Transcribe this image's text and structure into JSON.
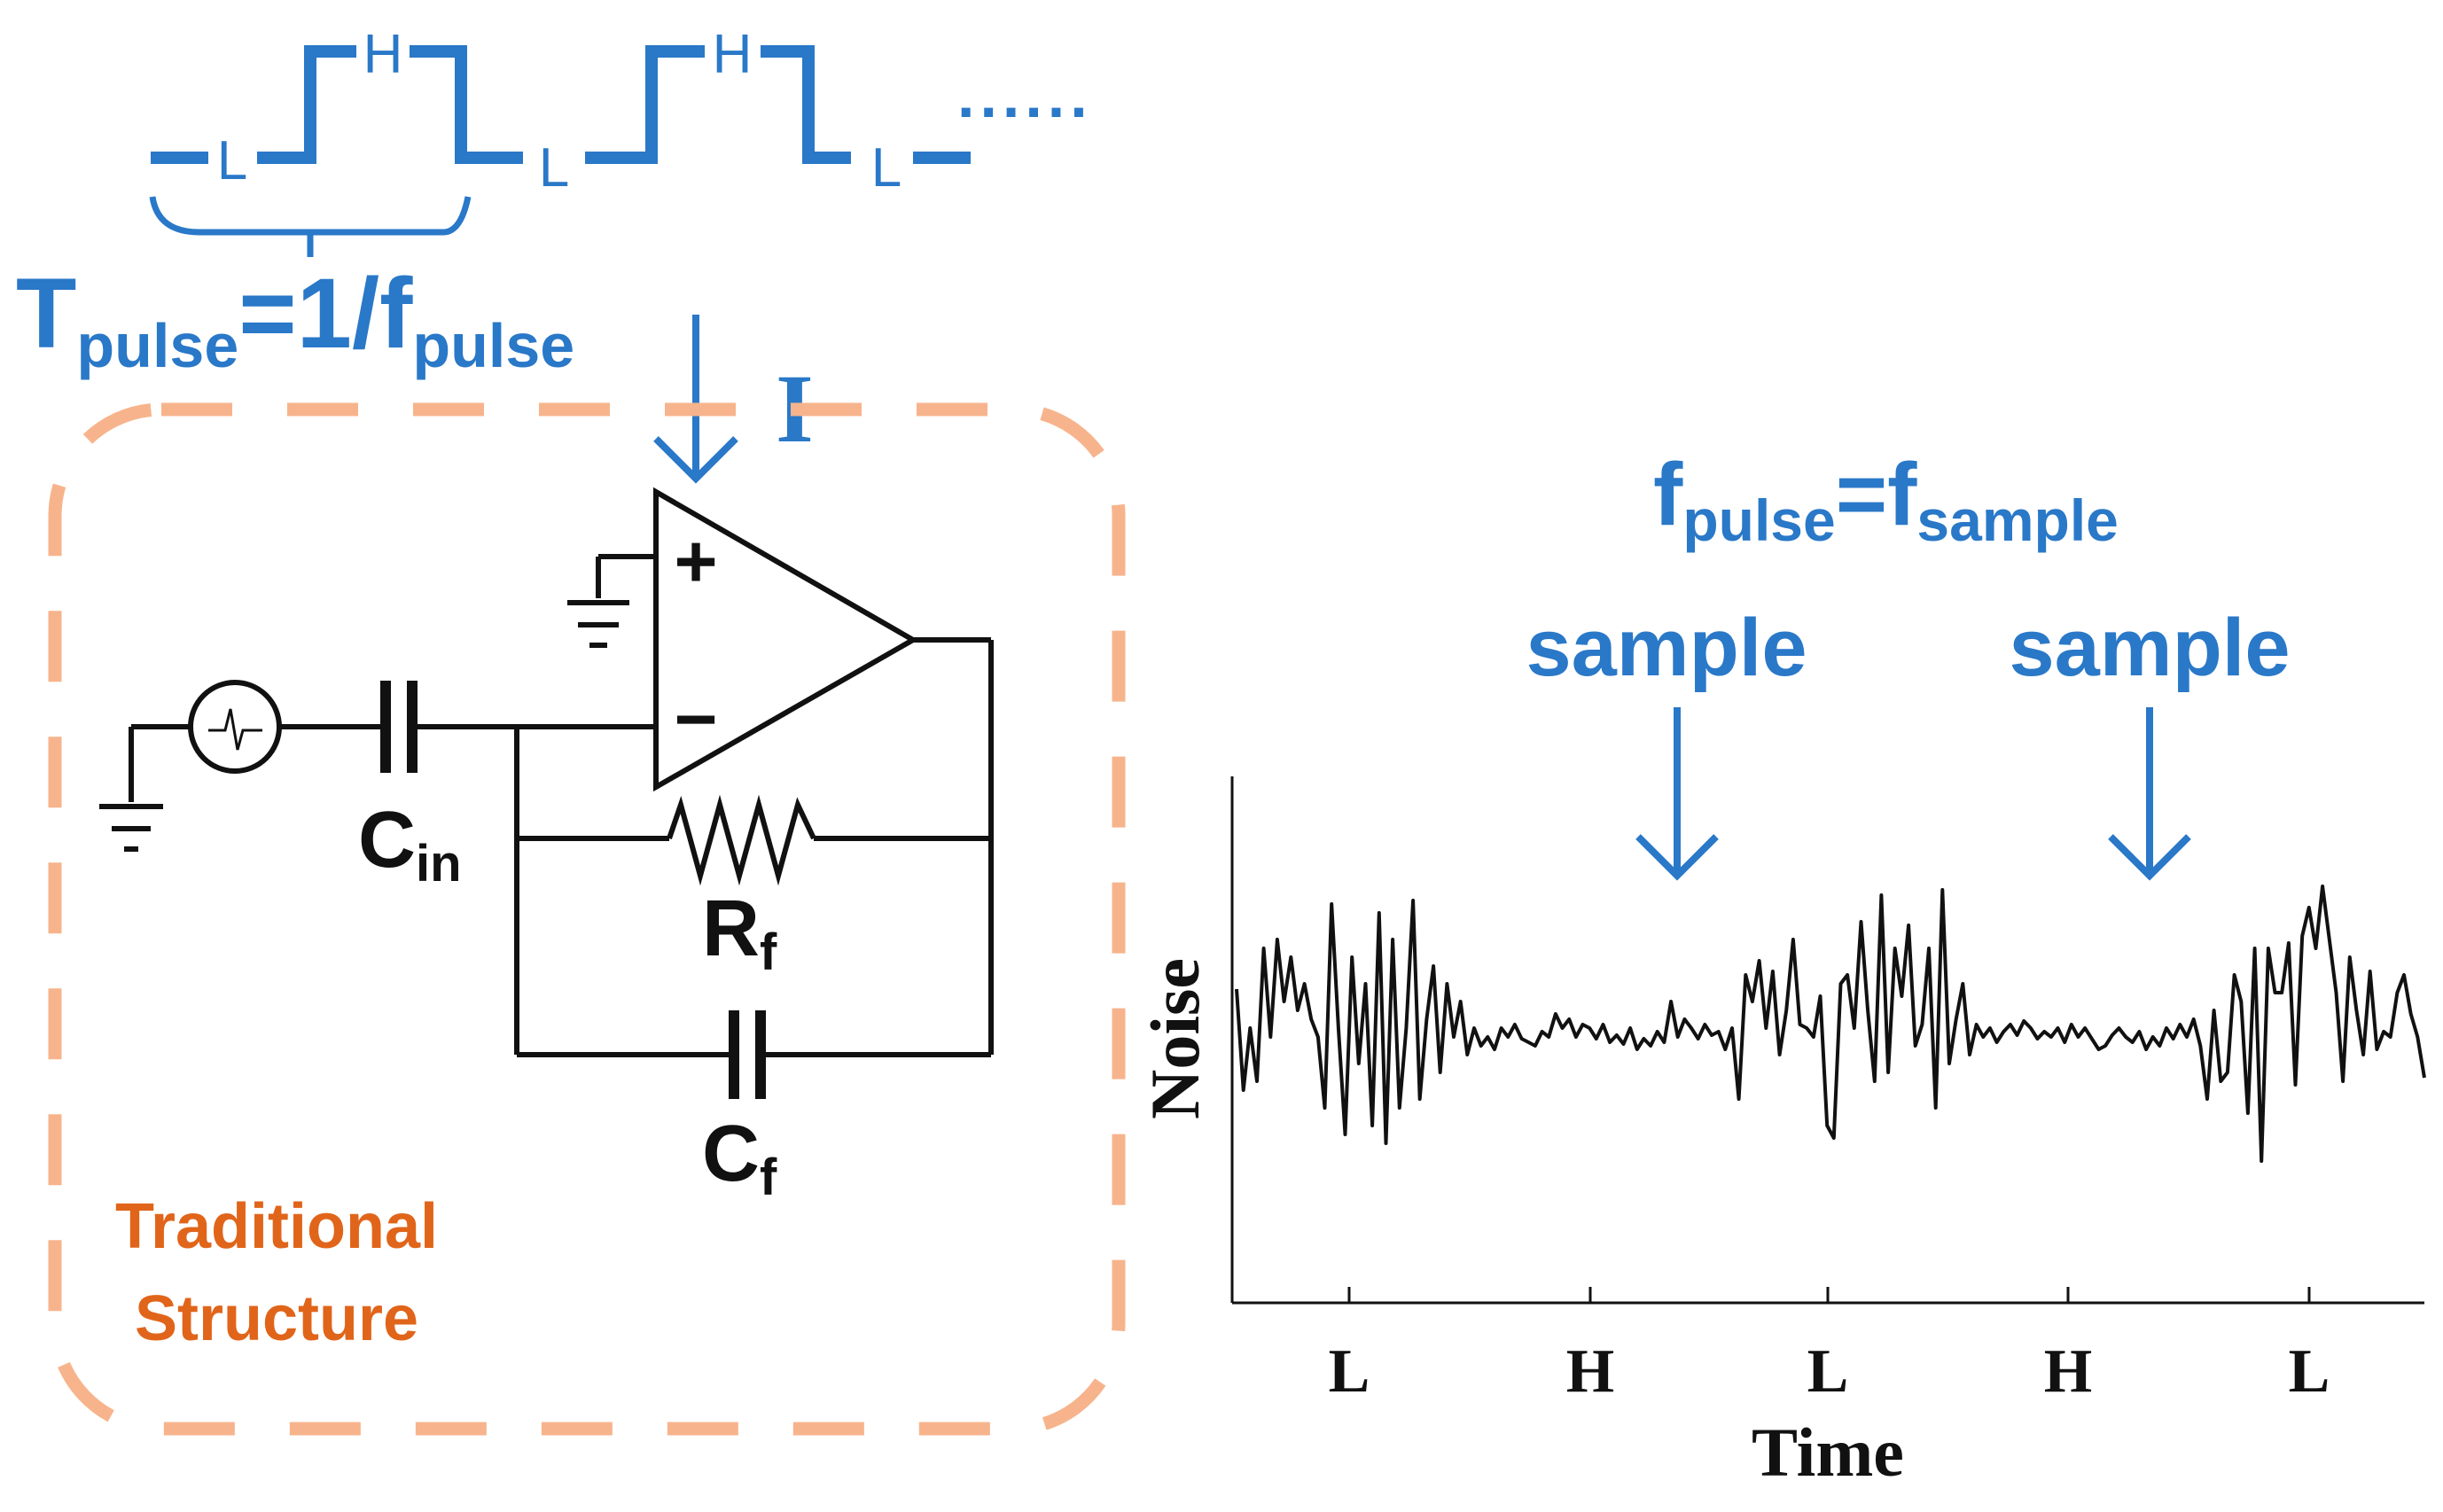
{
  "colors": {
    "blue": "#2a78c8",
    "orange_dash": "#f7b48c",
    "orange_text": "#e0651a",
    "black": "#111111"
  },
  "pulse_train": {
    "levels": [
      "L",
      "H",
      "L",
      "H",
      "L"
    ],
    "trailing_dots": "......"
  },
  "period_label": {
    "T": "T",
    "pulse_sub": "pulse",
    "eq": "=1/",
    "f": "f",
    "pulse_sub2": "pulse"
  },
  "current_label": "I",
  "circuit": {
    "cin": {
      "main": "C",
      "sub": "in"
    },
    "rf": {
      "main": "R",
      "sub": "f"
    },
    "cf": {
      "main": "C",
      "sub": "f"
    },
    "plus": "+",
    "minus": "−",
    "source_icon": "signal-source-icon",
    "ground_icon": "ground-icon"
  },
  "traditional_box": {
    "line1": "Traditional",
    "line2": "Structure"
  },
  "freq_relation": {
    "f1": "f",
    "sub1": "pulse",
    "eq": "=",
    "f2": "f",
    "sub2": "sample"
  },
  "sample_labels": [
    "sample",
    "sample"
  ],
  "chart_data": {
    "type": "line",
    "xlabel": "Time",
    "ylabel": "Noise",
    "x_ticks": [
      "L",
      "H",
      "L",
      "H",
      "L"
    ],
    "series": [
      {
        "values": [
          0.32,
          -0.25,
          0.1,
          -0.2,
          0.55,
          0.05,
          0.6,
          0.25,
          0.5,
          0.2,
          0.35,
          0.15,
          0.05,
          -0.35,
          0.8,
          0.1,
          -0.5,
          0.5,
          -0.1,
          0.35,
          -0.45,
          0.75,
          -0.55,
          0.6,
          -0.35,
          0.1,
          0.82,
          -0.3,
          0.15,
          0.45,
          -0.15,
          0.35,
          0.05,
          0.25,
          -0.05,
          0.1,
          0.0,
          0.05,
          -0.02,
          0.1,
          0.05,
          0.12,
          0.04,
          0.02,
          0.0,
          0.08,
          0.05,
          0.18,
          0.1,
          0.15,
          0.05,
          0.12,
          0.1,
          0.04,
          0.12,
          0.02,
          0.06,
          0.01,
          0.1,
          -0.02,
          0.04,
          0.0,
          0.08,
          0.02,
          0.25,
          0.05,
          0.15,
          0.1,
          0.04,
          0.12,
          0.06,
          0.08,
          -0.02,
          0.1,
          -0.3,
          0.4,
          0.25,
          0.48,
          0.1,
          0.42,
          -0.05,
          0.2,
          0.6,
          0.12,
          0.1,
          0.05,
          0.28,
          -0.45,
          -0.52,
          0.35,
          0.4,
          0.1,
          0.7,
          0.2,
          -0.2,
          0.85,
          -0.15,
          0.55,
          0.28,
          0.68,
          0.0,
          0.12,
          0.55,
          -0.35,
          0.88,
          -0.1,
          0.15,
          0.35,
          -0.05,
          0.12,
          0.05,
          0.1,
          0.02,
          0.08,
          0.12,
          0.06,
          0.14,
          0.1,
          0.04,
          0.08,
          0.05,
          0.1,
          0.02,
          0.12,
          0.05,
          0.1,
          0.04,
          -0.02,
          0.0,
          0.06,
          0.1,
          0.05,
          0.02,
          0.08,
          -0.02,
          0.05,
          0.0,
          0.1,
          0.04,
          0.12,
          0.05,
          0.15,
          0.0,
          -0.3,
          0.2,
          -0.2,
          -0.15,
          0.4,
          0.25,
          -0.38,
          0.55,
          -0.65,
          0.55,
          0.3,
          0.3,
          0.58,
          -0.22,
          0.62,
          0.78,
          0.55,
          0.9,
          0.6,
          0.3,
          -0.2,
          0.5,
          0.2,
          -0.05,
          0.42,
          -0.02,
          0.08,
          0.05,
          0.3,
          0.4,
          0.18,
          0.05,
          -0.18
        ]
      }
    ],
    "sample_positions": [
      0.37,
      0.775
    ]
  }
}
